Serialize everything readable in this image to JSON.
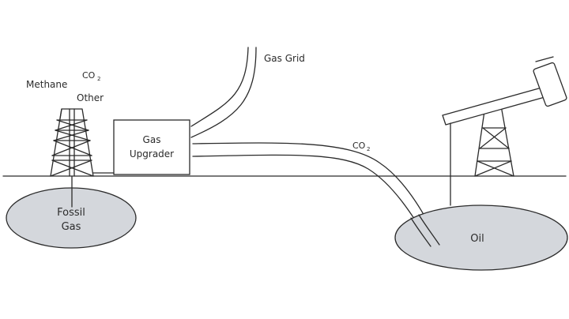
{
  "colors": {
    "line": "#2b2b2b",
    "reservoir_fill": "#d4d7dc",
    "background": "#ffffff"
  },
  "labels": {
    "methane": "Methane",
    "co2_main": "CO",
    "co2_sub": "2",
    "other": "Other",
    "fossil_gas_line1": "Fossil",
    "fossil_gas_line2": "Gas",
    "gas_upgrader_line1": "Gas",
    "gas_upgrader_line2": "Upgrader",
    "gas_grid": "Gas Grid",
    "co2_pipe_main": "CO",
    "co2_pipe_sub": "2",
    "oil": "Oil"
  }
}
